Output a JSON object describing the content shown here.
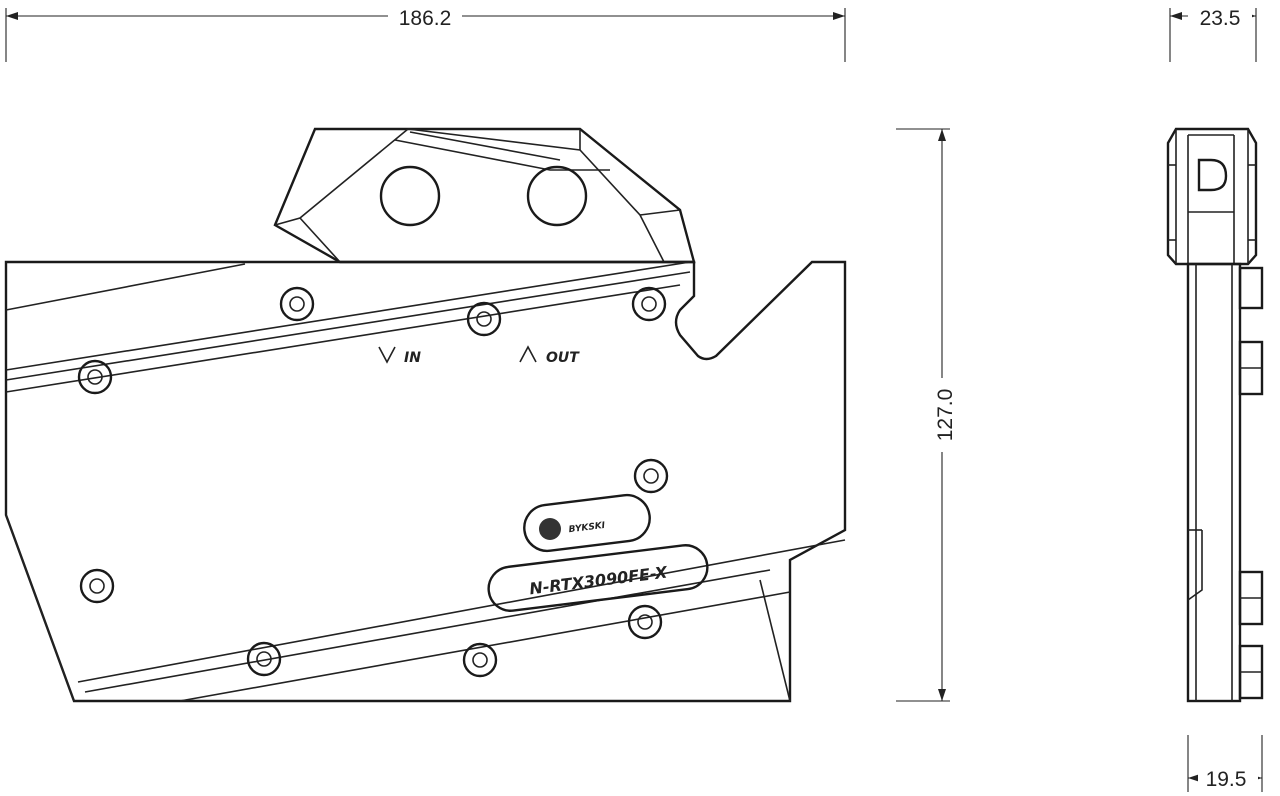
{
  "dimensions": {
    "front_width": "186.2",
    "front_height": "127.0",
    "side_top_width": "23.5",
    "side_bottom_width": "19.5"
  },
  "front_view": {
    "flow_in_label": "IN",
    "flow_out_label": "OUT",
    "model_label": "N-RTX3090FE-X",
    "brand_logo_text": "BYKSKI"
  },
  "colors": {
    "line": "#222222",
    "background": "#ffffff"
  }
}
